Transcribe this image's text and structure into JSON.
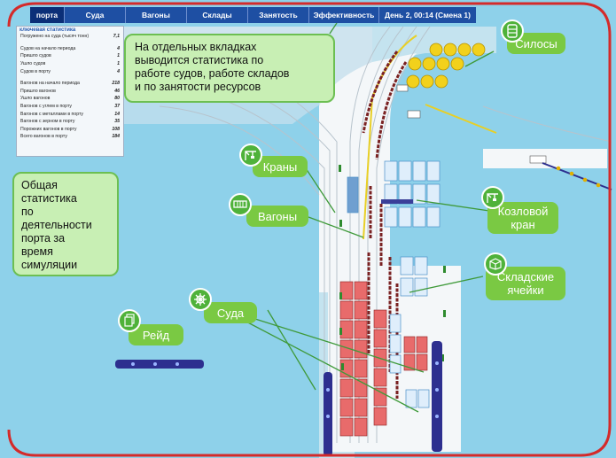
{
  "tabs": {
    "items": [
      {
        "label": "порта"
      },
      {
        "label": "Суда"
      },
      {
        "label": "Вагоны"
      },
      {
        "label": "Склады"
      },
      {
        "label": "Занятость"
      },
      {
        "label": "Эффективность"
      }
    ],
    "clock": "День 2, 00:14 (Смена 1)"
  },
  "stats": {
    "title": "ключевая статистика",
    "rows": [
      {
        "label": "Погружено на суда (тысяч тонн)",
        "value": "7,1"
      },
      {
        "label": "Судов на начало периода",
        "value": "4"
      },
      {
        "label": "Пришло судов",
        "value": "1"
      },
      {
        "label": "Ушло судов",
        "value": "1"
      },
      {
        "label": "Судов в порту",
        "value": "4"
      },
      {
        "label": "Вагонов на начало периода",
        "value": "218"
      },
      {
        "label": "Пришло вагонов",
        "value": "46"
      },
      {
        "label": "Ушло вагонов",
        "value": "80"
      },
      {
        "label": "Вагонов с углем в порту",
        "value": "37"
      },
      {
        "label": "Вагонов с металлами в порту",
        "value": "14"
      },
      {
        "label": "Вагонов с зерном в порту",
        "value": "35"
      },
      {
        "label": "Порожних вагонов в порту",
        "value": "108"
      },
      {
        "label": "Всего вагонов в порту",
        "value": "184"
      }
    ]
  },
  "callouts": {
    "tabs_note": [
      "На отдельных вкладках",
      "выводится статистика по",
      "работе судов, работе складов",
      "и по занятости ресурсов"
    ],
    "stats_note": [
      "Общая",
      "статистика",
      "по",
      "деятельности",
      "порта за",
      "время",
      "симуляции"
    ]
  },
  "labels": {
    "silos": "Силосы",
    "cranes": "Краны",
    "wagons": "Вагоны",
    "gantry": [
      "Козловой",
      "кран"
    ],
    "cells": [
      "Складские",
      "ячейки"
    ],
    "ships": "Суда",
    "roadstead": "Рейд"
  },
  "icons": {
    "silos": "silo-icon",
    "cranes": "crane-icon",
    "wagons": "wagon-icon",
    "gantry": "gantry-crane-icon",
    "cells": "box-icon",
    "ships": "ship-wheel-icon",
    "roadstead": "documents-icon"
  },
  "colors": {
    "sea": "#8ed1ea",
    "tab_bg": "#1e4fa3",
    "callout_bg": "#c8efb4",
    "callout_border": "#6cbf52",
    "label_bg": "#7ac943",
    "frame": "#d42a2a",
    "ship": "#2d2f8f",
    "silo": "#f2d11c",
    "warehouse": "#e05050"
  }
}
